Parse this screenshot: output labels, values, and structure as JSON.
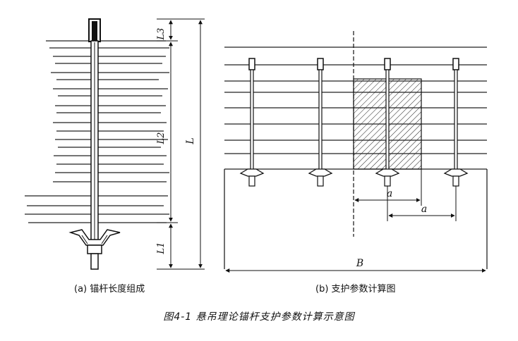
{
  "figure": {
    "caption": "图4-1  悬吊理论锚杆支护参数计算示意图"
  },
  "panel_a": {
    "caption": "(a) 锚杆长度组成",
    "labels": {
      "l3": "L3",
      "l2": "L2",
      "l1": "L1",
      "l_total": "L"
    }
  },
  "panel_b": {
    "caption": "(b) 支护参数计算图",
    "labels": {
      "a_upper": "a",
      "a_lower": "a",
      "width": "B"
    }
  }
}
